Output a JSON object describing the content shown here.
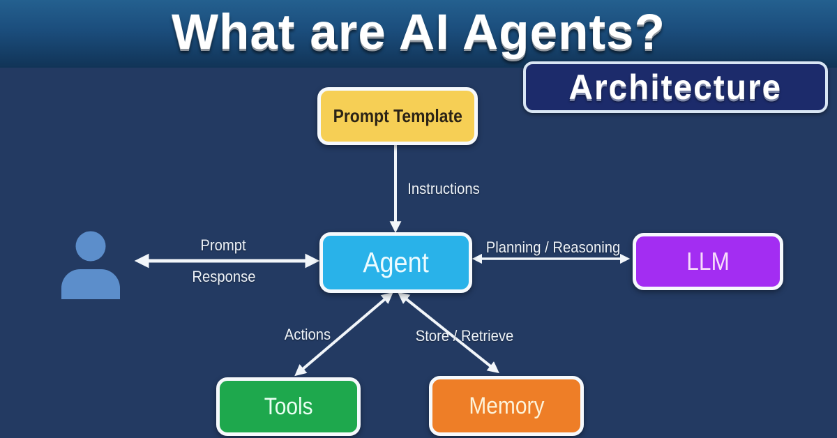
{
  "title": "What are AI Agents?",
  "badge": {
    "label": "Architecture",
    "fill": "#1c2b6b",
    "border": "#d9e6f4"
  },
  "colors": {
    "background": "#233a62",
    "banner_top": "#24608f",
    "banner_bottom": "#113457",
    "arrow": "#f2f6fa",
    "user_icon": "#5c8ecb"
  },
  "nodes": {
    "prompt_template": {
      "label": "Prompt Template",
      "fill": "#f6cf55",
      "text": "#2b2316"
    },
    "agent": {
      "label": "Agent",
      "fill": "#29b2e9",
      "text": "#ecfbff"
    },
    "llm": {
      "label": "LLM",
      "fill": "#a32df2",
      "text": "#f7dcfb"
    },
    "tools": {
      "label": "Tools",
      "fill": "#1ea84d",
      "text": "#eafff2"
    },
    "memory": {
      "label": "Memory",
      "fill": "#ee7e27",
      "text": "#fdf3da"
    }
  },
  "edges": {
    "instructions": "Instructions",
    "prompt": "Prompt",
    "response": "Response",
    "planning_reasoning": "Planning / Reasoning",
    "actions": "Actions",
    "store_retrieve": "Store / Retrieve"
  }
}
